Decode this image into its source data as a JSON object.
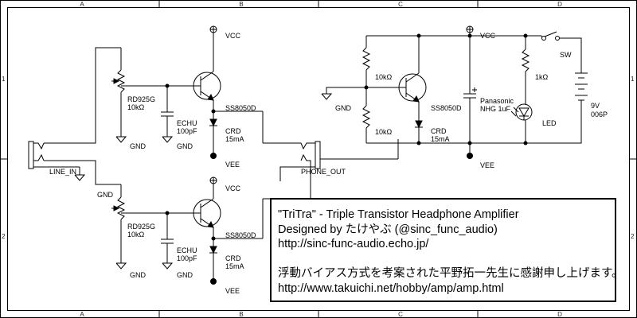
{
  "frame": {
    "columns": [
      "A",
      "B",
      "C",
      "D"
    ],
    "rows": [
      "1",
      "2"
    ]
  },
  "labels": {
    "vcc": "VCC",
    "vee": "VEE",
    "gnd": "GND",
    "pot_model": "RD925G",
    "pot_value": "10kΩ",
    "cap_model": "ECHU",
    "cap_value": "100pF",
    "transistor": "SS8050D",
    "crd": "CRD",
    "crd_value": "15mA",
    "line_in": "LINE_IN",
    "phone_out": "PHONE_OUT",
    "res_value": "10kΩ",
    "res_led": "1kΩ",
    "elcap_brand": "Panasonic",
    "elcap_value": "NHG 1uF",
    "led": "LED",
    "switch": "SW",
    "battery_v": "9V",
    "battery_model": "006P"
  },
  "title_block": {
    "line1": "\"TriTra\" - Triple Transistor Headphone Amplifier",
    "line2": "Designed by たけやぶ (@sinc_func_audio)",
    "line3": "http://sinc-func-audio.echo.jp/",
    "line4": "浮動バイアス方式を考案された平野拓一先生に感謝申し上げます。",
    "line5": "http://www.takuichi.net/hobby/amp/amp.html"
  }
}
